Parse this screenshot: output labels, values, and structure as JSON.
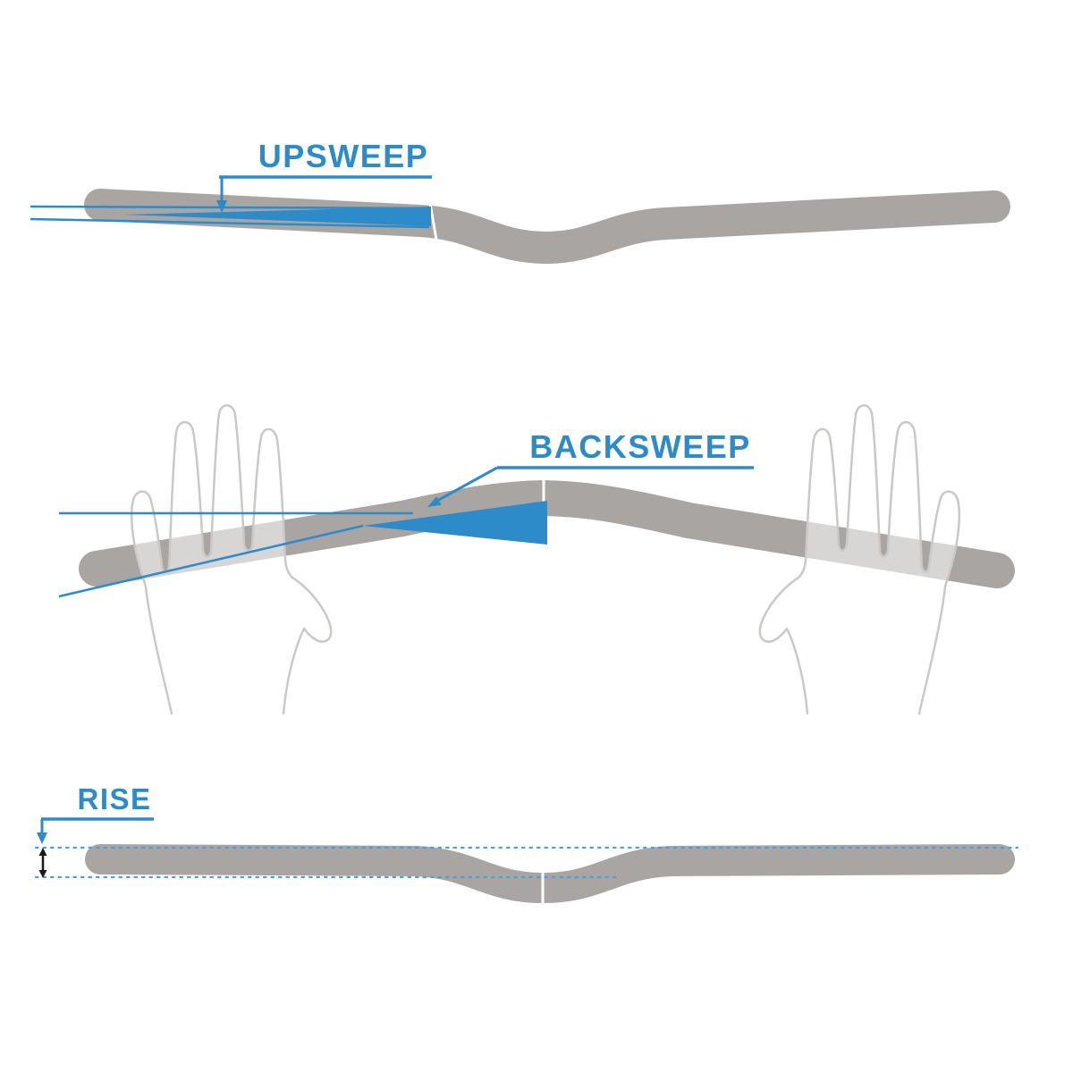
{
  "diagram": {
    "panels": {
      "upsweep": {
        "label": "UPSWEEP"
      },
      "backsweep": {
        "label": "BACKSWEEP"
      },
      "rise": {
        "label": "RISE"
      }
    },
    "colors": {
      "accent_blue": "#2E8BC9",
      "bar_gray": "#A9A5A3",
      "hand_outline_gray": "#CBC8C6",
      "dotted_line_blue": "#4D9FD6",
      "measure_arrow_black": "#1A1A1A",
      "background": "#FFFFFF"
    }
  }
}
